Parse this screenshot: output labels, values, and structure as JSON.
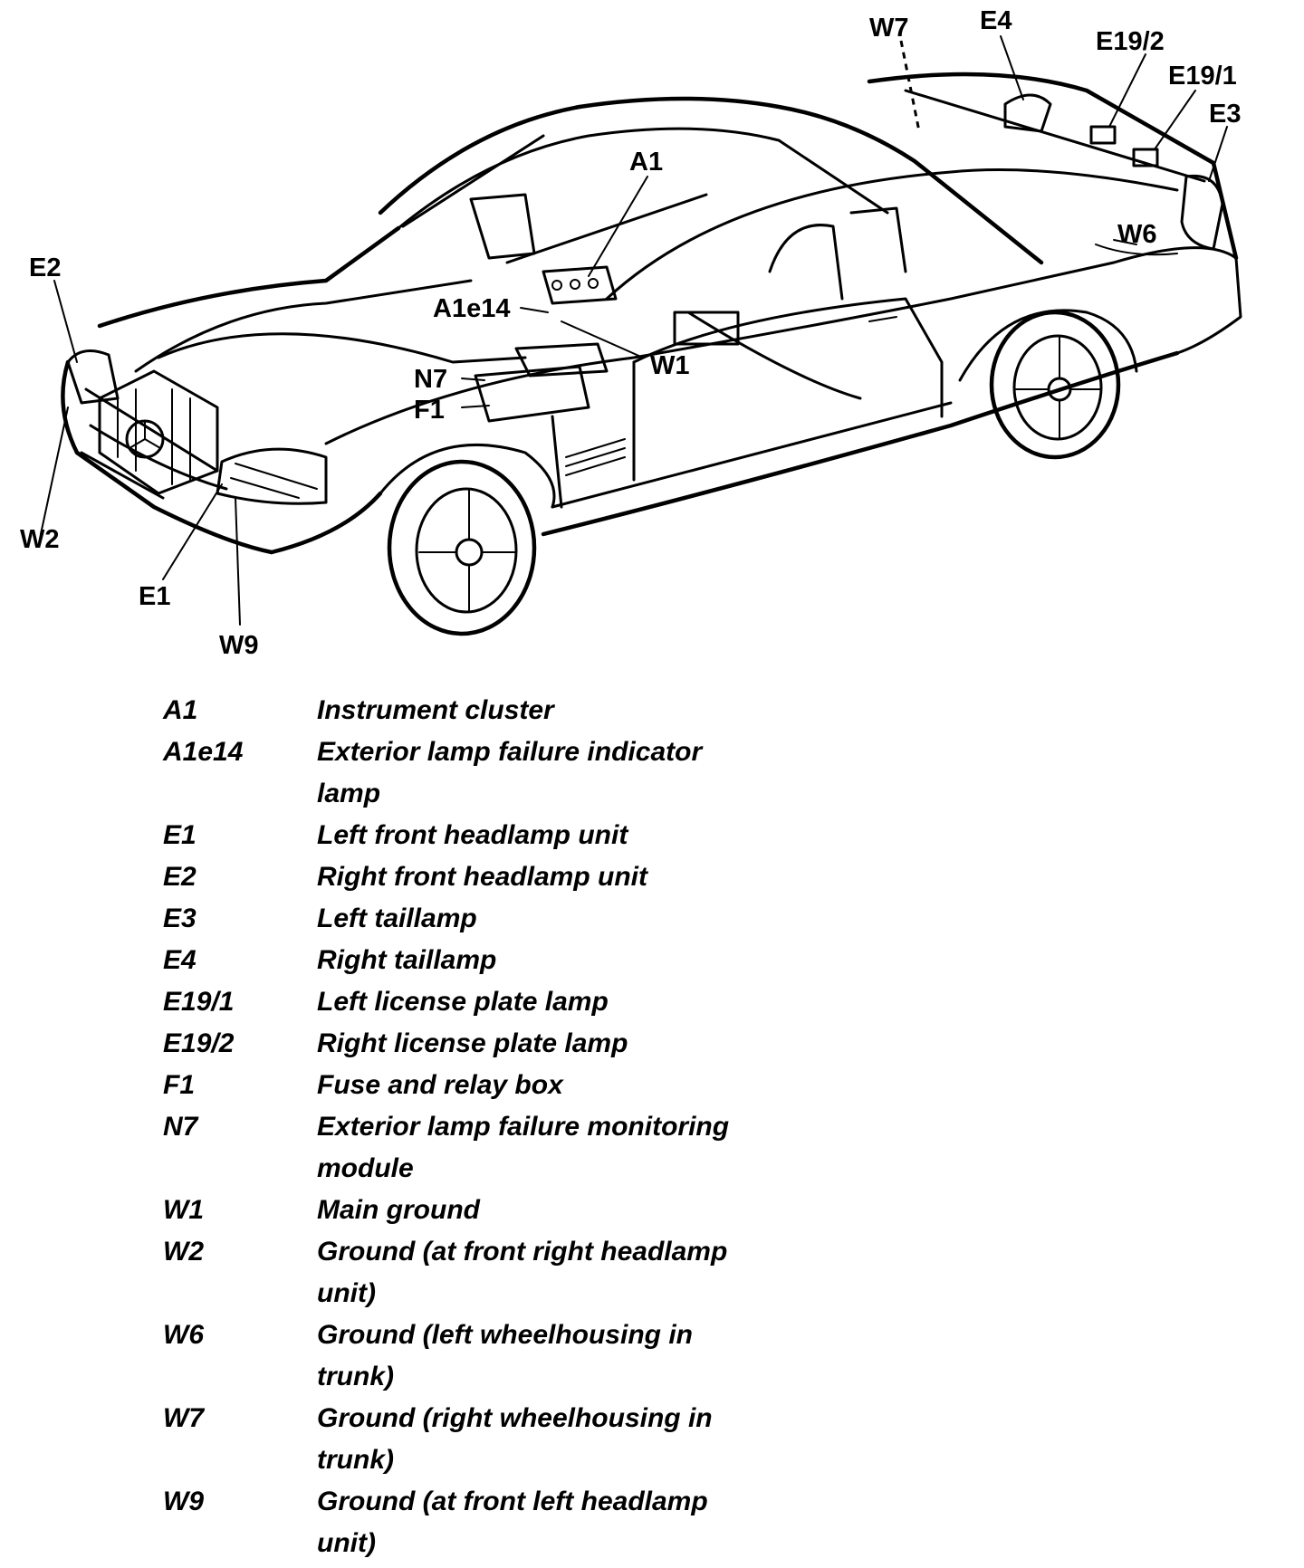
{
  "callouts": {
    "W7": "W7",
    "E4": "E4",
    "E19_2": "E19/2",
    "E19_1": "E19/1",
    "E3": "E3",
    "A1": "A1",
    "W6": "W6",
    "E2": "E2",
    "A1e14": "A1e14",
    "N7": "N7",
    "W1": "W1",
    "F1": "F1",
    "W2": "W2",
    "E1": "E1",
    "W9": "W9"
  },
  "legend": [
    {
      "code": "A1",
      "desc": "Instrument cluster"
    },
    {
      "code": "A1e14",
      "desc": "Exterior lamp failure indicator lamp"
    },
    {
      "code": "E1",
      "desc": "Left front headlamp unit"
    },
    {
      "code": "E2",
      "desc": "Right front headlamp unit"
    },
    {
      "code": "E3",
      "desc": "Left taillamp"
    },
    {
      "code": "E4",
      "desc": "Right taillamp"
    },
    {
      "code": "E19/1",
      "desc": "Left license plate lamp"
    },
    {
      "code": "E19/2",
      "desc": "Right license plate lamp"
    },
    {
      "code": "F1",
      "desc": "Fuse and relay box"
    },
    {
      "code": "N7",
      "desc": "Exterior lamp failure monitoring module"
    },
    {
      "code": "W1",
      "desc": "Main ground"
    },
    {
      "code": "W2",
      "desc": "Ground (at front right headlamp unit)"
    },
    {
      "code": "W6",
      "desc": "Ground (left wheelhousing in trunk)"
    },
    {
      "code": "W7",
      "desc": "Ground (right wheelhousing in trunk)"
    },
    {
      "code": "W9",
      "desc": "Ground (at front left headlamp unit)"
    }
  ]
}
